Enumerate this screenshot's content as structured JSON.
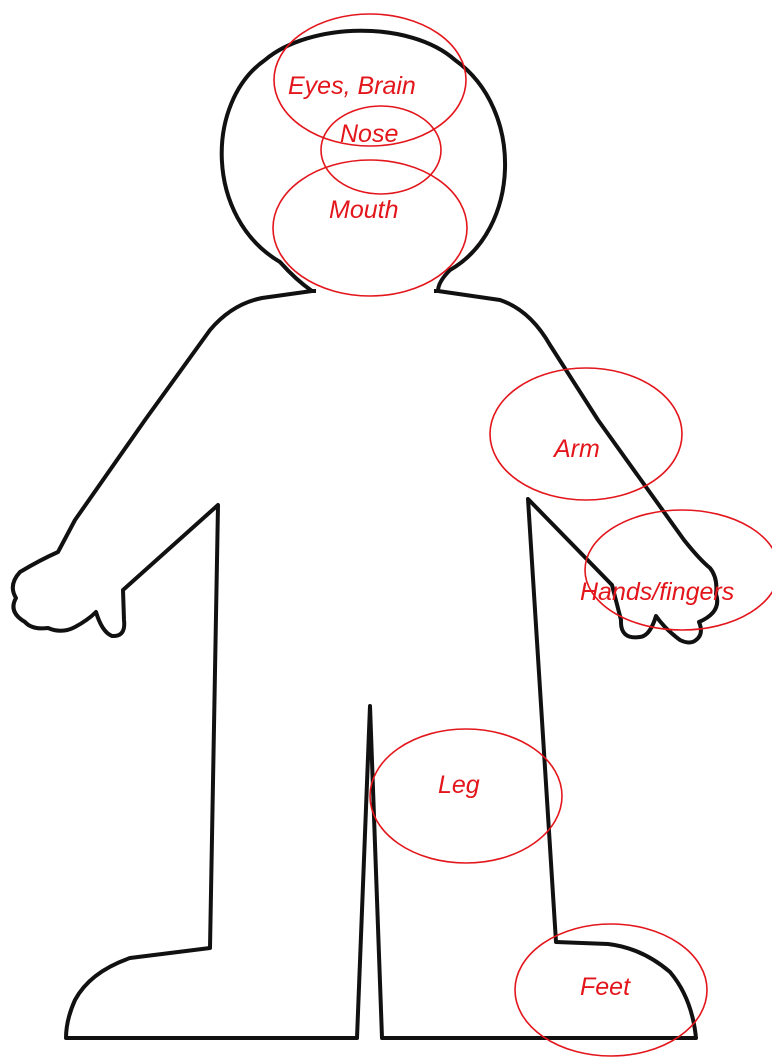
{
  "accent_color": "#e3161c",
  "outline_color": "#111111",
  "labels": {
    "eyes_brain": "Eyes, Brain",
    "nose": "Nose",
    "mouth": "Mouth",
    "arm": "Arm",
    "hands_fingers": "Hands/fingers",
    "leg": "Leg",
    "feet": "Feet"
  }
}
